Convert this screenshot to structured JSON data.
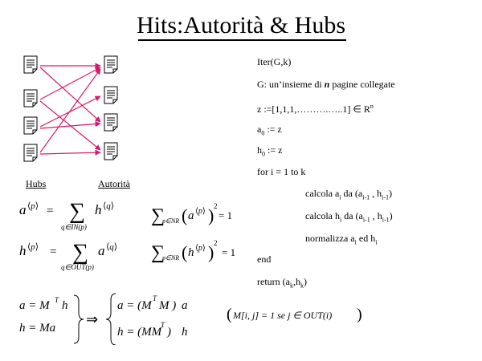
{
  "slide": {
    "title": "Hits:Autorità & Hubs",
    "hubs_label": "Hubs",
    "authorities_label": "Autorità"
  },
  "algorithm": {
    "line1": "Iter(G,k)",
    "line2_pre": "G: un’insieme di ",
    "line2_n": "n",
    "line2_post": " pagine collegate",
    "line3": "z :=[1,1,1,……….…..1]  ∈  R",
    "line3_sup": "n",
    "line4": "a",
    "line4_sub": "0",
    "line4_post": " := z",
    "line5": "h",
    "line5_sub": "0",
    "line5_post": " := z",
    "line6": "for i = 1 to k",
    "step1_pre": "calcola a",
    "step1_sub_i": "i",
    "step1_mid": " da (a",
    "step1_sub_a": "i-1",
    "step1_comma": " , h",
    "step1_sub_h": "i-1",
    "step1_end": ")",
    "step2_pre": "calcola h",
    "step2_sub_i": "i",
    "step2_mid": " da (a",
    "step2_sub_a": "i-1",
    "step2_comma": " , h",
    "step2_sub_h": "i-1",
    "step2_end": ")",
    "step3_pre": "normalizza a",
    "step3_sub_a": "i",
    "step3_mid": " ed h",
    "step3_sub_h": "i",
    "end": "end",
    "return_pre": "return (a",
    "return_sub_a": "k",
    "return_mid": ",h",
    "return_sub_h": "k",
    "return_end": ")"
  },
  "formulas": {
    "a_sum_index": "q∈IN(p)",
    "h_sum_index": "q∈OUT(p)",
    "norm_index": "p∈NR",
    "norm_value": "= 1",
    "a_eq_mth": "a = M",
    "h_eq_ma": "h = Ma",
    "a_eq_mtma": "a = (M",
    "h_eq_mmth": "h = (MM",
    "sup_t": "T",
    "condition": "M[i, j] = 1   se   j ∈ OUT(i)"
  }
}
